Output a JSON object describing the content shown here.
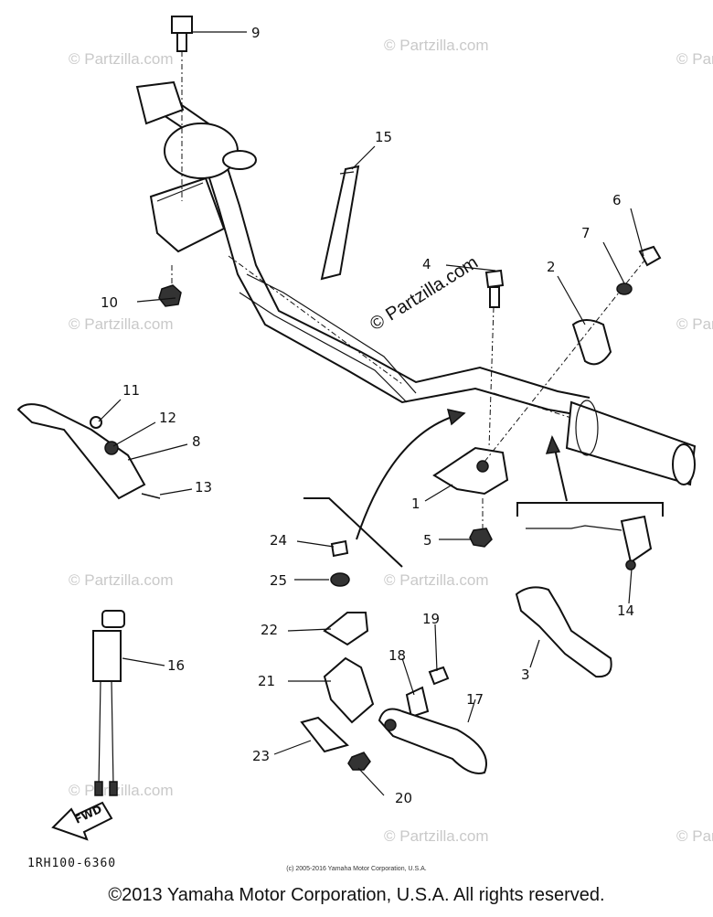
{
  "diagram": {
    "watermarks": [
      "© Partzilla.com"
    ],
    "center_watermark": "© Partzilla.com",
    "code": "1RH100-6360",
    "fwd_label": "FWD",
    "callouts": {
      "p1": "1",
      "p2": "2",
      "p3": "3",
      "p4": "4",
      "p5": "5",
      "p6": "6",
      "p7": "7",
      "p8": "8",
      "p9": "9",
      "p10": "10",
      "p11": "11",
      "p12": "12",
      "p13": "13",
      "p14": "14",
      "p15": "15",
      "p16": "16",
      "p17": "17",
      "p18": "18",
      "p19": "19",
      "p20": "20",
      "p21": "21",
      "p22": "22",
      "p23": "23",
      "p24": "24",
      "p25": "25"
    }
  },
  "footer": {
    "small_copyright": "(c) 2005-2016 Yamaha Motor Corporation, U.S.A.",
    "copyright": "©2013 Yamaha Motor Corporation, U.S.A. All rights reserved."
  }
}
